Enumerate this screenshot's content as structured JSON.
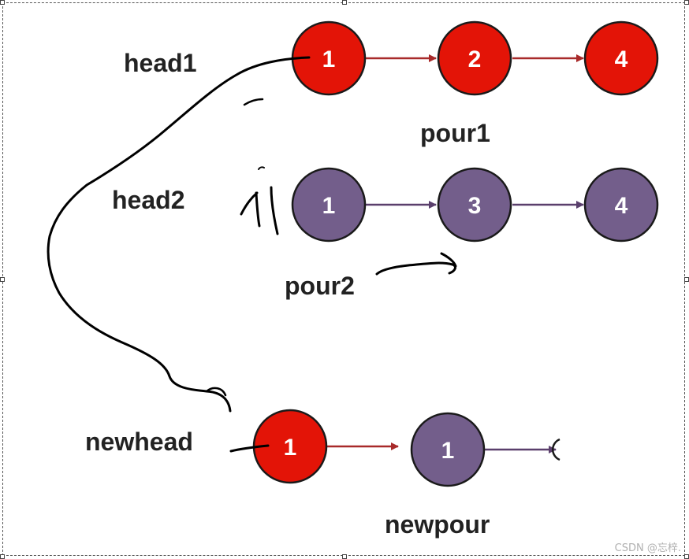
{
  "colors": {
    "red_node": "#e31407",
    "purple_node": "#735e8b",
    "red_arrow": "#a82a2a",
    "purple_arrow": "#5a3f6c",
    "outline": "#1a1a1a",
    "ink": "#000000"
  },
  "labels": {
    "head1": "head1",
    "head2": "head2",
    "pour1": "pour1",
    "pour2": "pour2",
    "newhead": "newhead",
    "newpour": "newpour"
  },
  "list1": {
    "nodes": [
      "1",
      "2",
      "4"
    ],
    "color": "red"
  },
  "list2": {
    "nodes": [
      "1",
      "3",
      "4"
    ],
    "color": "purple"
  },
  "merged": {
    "nodes": [
      "1",
      "1"
    ],
    "colors": [
      "red",
      "purple"
    ]
  },
  "watermark": "CSDN @忘梓."
}
